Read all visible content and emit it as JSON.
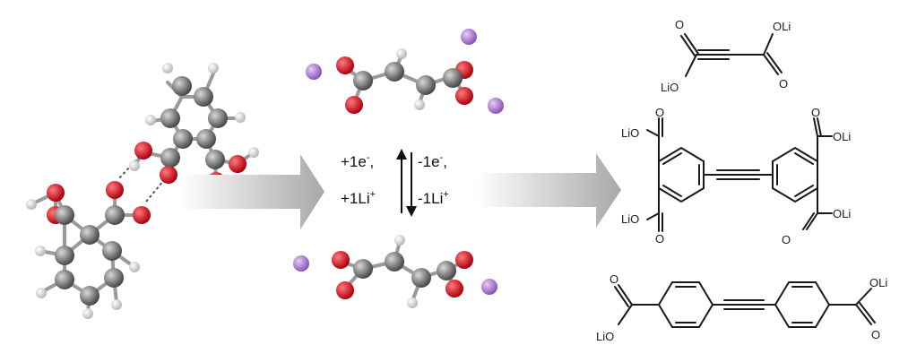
{
  "reaction": {
    "forward_electron": "+1e",
    "forward_lithium": "+1Li",
    "reverse_electron": "-1e",
    "reverse_lithium": "-1Li",
    "charge_minus": "-",
    "charge_plus": "+",
    "comma": ","
  },
  "structures": {
    "acetylene_dicarboxylate": {
      "top_group": "OLi",
      "bottom_group": "LiO",
      "o1": "O",
      "o2": "O"
    },
    "tetracarboxylate": {
      "g1": "LiO",
      "g2": "OLi",
      "g3": "LiO",
      "g4": "OLi",
      "o1": "O",
      "o2": "O",
      "o3": "O",
      "o4": "O"
    },
    "dicarboxylate": {
      "left": "LiO",
      "right": "OLi",
      "o1": "O",
      "o2": "O"
    }
  },
  "colors": {
    "carbon": "#6e6e6e",
    "oxygen": "#e01020",
    "hydrogen": "#ffffff",
    "lithium": "#b47fd8",
    "arrow": "#bdbdbd",
    "bond_line": "#1a1a1a"
  },
  "icons": {
    "arrow_left": "gradient-arrow-icon",
    "arrow_right": "gradient-arrow-icon"
  }
}
